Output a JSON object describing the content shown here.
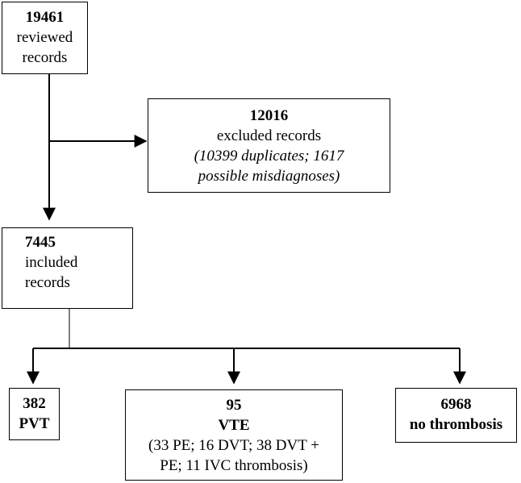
{
  "flowchart": {
    "reviewed": {
      "count": "19461",
      "line1": "reviewed",
      "line2": "records"
    },
    "excluded": {
      "count": "12016",
      "label": "excluded records",
      "detail1": "(10399 duplicates; 1617",
      "detail2": "possible misdiagnoses)"
    },
    "included": {
      "count": "7445",
      "line1": "included",
      "line2": "records"
    },
    "pvt": {
      "count": "382",
      "label": "PVT"
    },
    "vte": {
      "count": "95",
      "label": "VTE",
      "detail1": "(33 PE; 16 DVT; 38 DVT +",
      "detail2": "PE; 11 IVC thrombosis)"
    },
    "no_thrombosis": {
      "count": "6968",
      "label": "no thrombosis"
    }
  }
}
